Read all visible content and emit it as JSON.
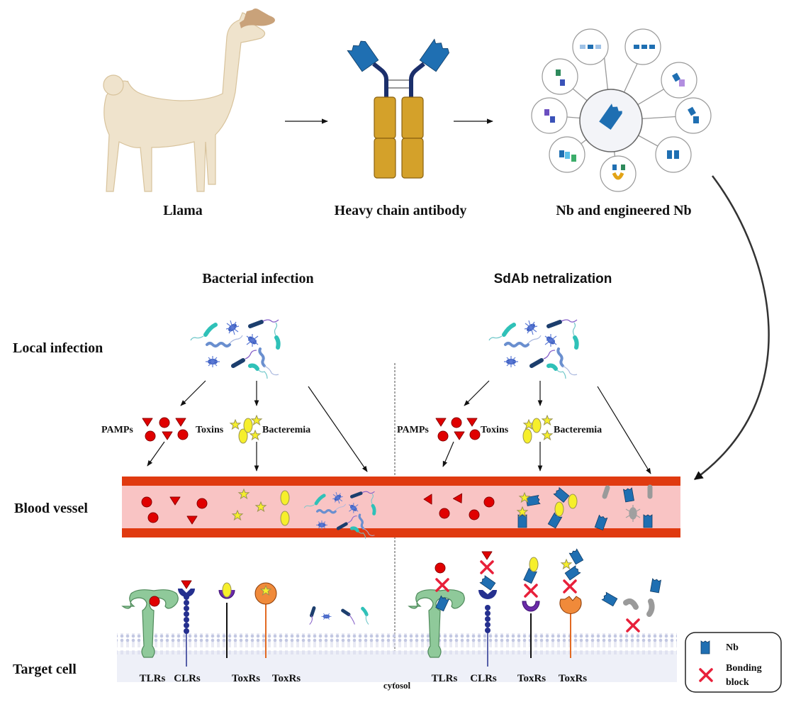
{
  "top_row": {
    "llama_label": "Llama",
    "antibody_label": "Heavy chain antibody",
    "nb_label": "Nb and engineered Nb"
  },
  "panels": {
    "left_title": "Bacterial infection",
    "right_title": "SdAb netralization"
  },
  "row_labels": {
    "local_infection": "Local infection",
    "blood_vessel": "Blood vessel",
    "target_cell": "Target cell"
  },
  "pathway_labels": {
    "left": {
      "pamps": "PAMPs",
      "toxins": "Toxins",
      "bacteremia": "Bacteremia"
    },
    "right": {
      "pamps": "PAMPs",
      "toxins": "Toxins",
      "bacteremia": "Bacteremia"
    }
  },
  "receptors": {
    "left": [
      "TLRs",
      "CLRs",
      "ToxRs",
      "ToxRs"
    ],
    "right": [
      "TLRs",
      "CLRs",
      "ToxRs",
      "ToxRs"
    ]
  },
  "cytosol_label": "cytosol",
  "legend": {
    "nb_label": "Nb",
    "block_label_line1": "Bonding",
    "block_label_line2": "block"
  },
  "colors": {
    "vessel_wall": "#e03a10",
    "vessel_lumen": "#f9c4c4",
    "nb_blue": "#1f6fb2",
    "antibody_gold": "#d4a12a",
    "pamp_red": "#e00000",
    "toxin_yellow": "#f4ec2a",
    "tlr_green": "#8fc99a",
    "clr_navy": "#25308f",
    "toxr_purple": "#6a2aa8",
    "toxr_orange": "#f08a3a",
    "block_red": "#e8203a",
    "membrane": "#b9bfdc"
  }
}
